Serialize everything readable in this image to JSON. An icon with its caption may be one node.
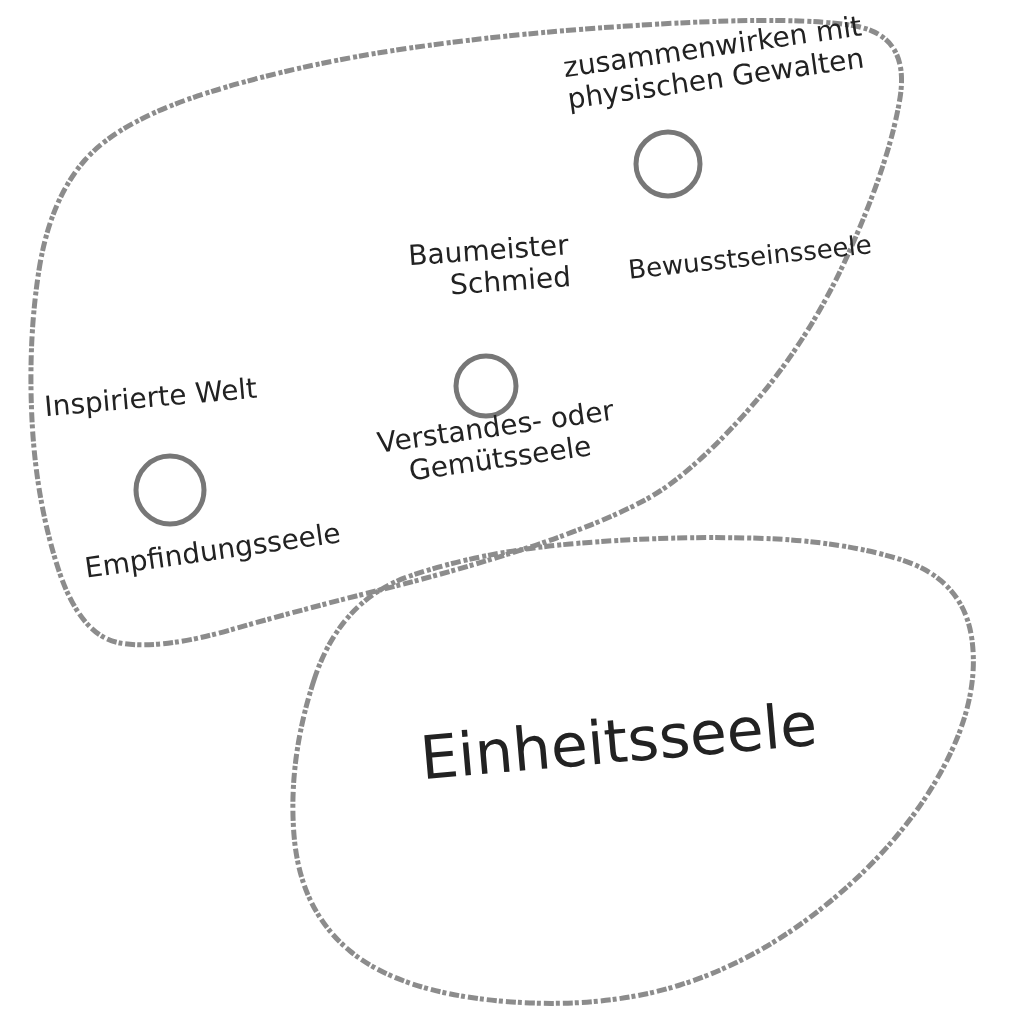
{
  "diagram": {
    "nodes": [
      {
        "text": [],
        "shape": "cloud"
      },
      {
        "text": [],
        "shape": "circle",
        "in": 0,
        "beside": [
          "Bewusstseinsseele"
        ]
      },
      {
        "text": [],
        "shape": "circle",
        "in": 0,
        "beside": [
          "Verstandes- oder Gemütsseele"
        ]
      },
      {
        "text": [],
        "shape": "circle",
        "in": 0,
        "beside": [
          "Empfindungsseele"
        ]
      },
      {
        "text": [
          "Einheitsseele"
        ]
      }
    ],
    "edges": [],
    "labels": [
      "zusammenwirken mit physischen Gewalten",
      "Baumeister Schmied",
      "Inspirierte Welt"
    ]
  }
}
